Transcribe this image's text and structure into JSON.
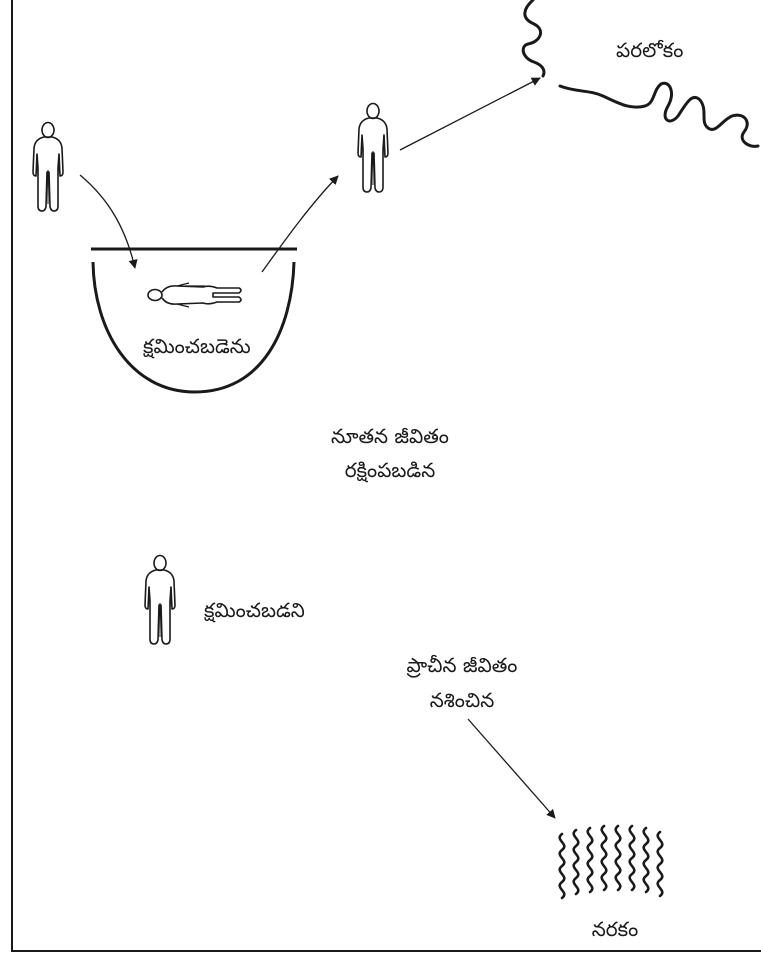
{
  "labels": {
    "heaven": "పరలోకం",
    "forgiven": "క్షమించబడెను",
    "new_life": "నూతన జీవితం",
    "saved": "రక్షింపబడిన",
    "not_forgiven": "క్షమించబడని",
    "old_life": "ప్రాచీన జీవితం",
    "perished": "నశించిన",
    "hell": "నరకం"
  },
  "colors": {
    "ink": "#1a1a1a",
    "background": "#ffffff"
  },
  "icons": [
    "person-icon",
    "lying-person-icon",
    "cloud-outline",
    "grave-bowl",
    "fire-waves"
  ]
}
